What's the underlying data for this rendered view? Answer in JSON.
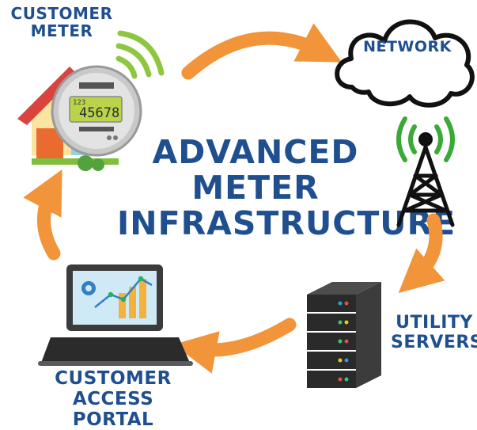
{
  "title": {
    "line1": "ADVANCED",
    "line2": "METER",
    "line3": "INFRASTRUCTURE"
  },
  "nodes": {
    "customer_meter": {
      "line1": "CUSTOMER",
      "line2": "METER",
      "meter_small": "123",
      "meter_reading": "45678"
    },
    "network": {
      "label": "NETWORK"
    },
    "utility_servers": {
      "line1": "UTILITY",
      "line2": "SERVERS"
    },
    "customer_portal": {
      "line1": "CUSTOMER",
      "line2": "ACCESS PORTAL"
    }
  },
  "colors": {
    "title_blue": "#1f4f8f",
    "arrow_orange": "#f2943a",
    "signal_green": "#3aa935",
    "wifi_green": "#8dc63f"
  }
}
